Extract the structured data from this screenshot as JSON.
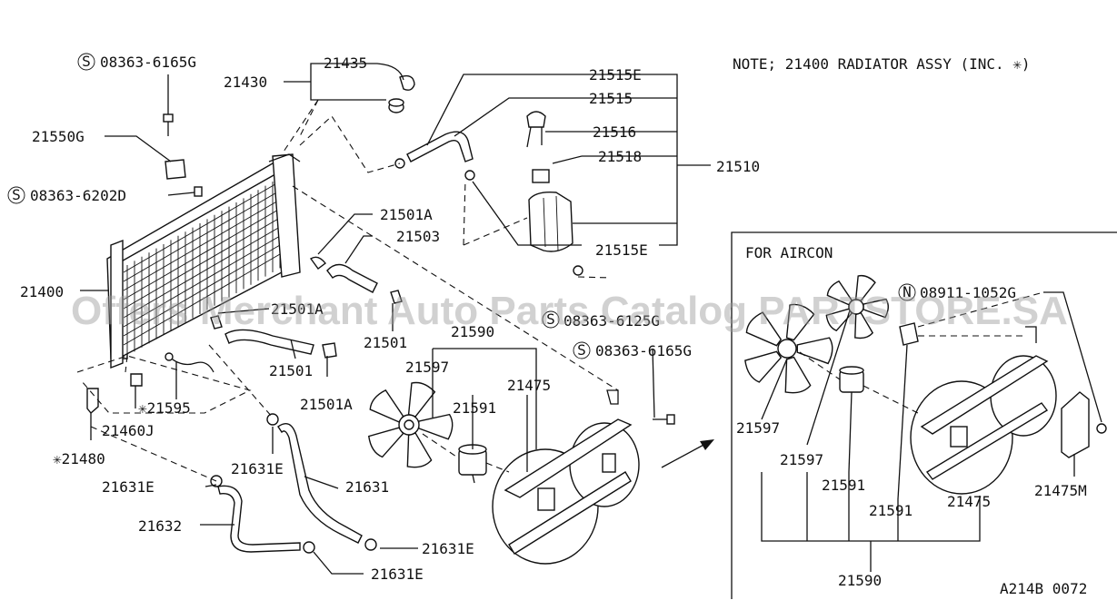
{
  "diagram": {
    "note": "NOTE; 21400 RADIATOR ASSY (INC. ✳)",
    "inset_title": "FOR AIRCON",
    "figure_code": "A214B 0072",
    "watermark": "Offers Merchant Auto Parts Catalog PARTSTORE.SA",
    "labels": {
      "bolt_top": "08363-6165G",
      "bolt_left": "08363-6202D",
      "bolt_mid": "08363-6125G",
      "bolt_right": "08363-6165G",
      "nut_inset": "08911-1052G",
      "p21435": "21435",
      "p21430": "21430",
      "p21550G": "21550G",
      "p21515E_top": "21515E",
      "p21515": "21515",
      "p21516": "21516",
      "p21518": "21518",
      "p21510": "21510",
      "p21515E_bottom": "21515E",
      "p21501A_top": "21501A",
      "p21503": "21503",
      "p21400": "21400",
      "p21501_left": "21501",
      "p21501A_mid": "21501A",
      "p21501": "21501",
      "p21501A_low": "21501A",
      "p21590": "21590",
      "p21597": "21597",
      "p21591": "21591",
      "p21475": "21475",
      "p21595": "✳21595",
      "p21460J": "21460J",
      "p21480": "✳21480",
      "p21631E_mid": "21631E",
      "p21631E_left": "21631E",
      "p21631": "21631",
      "p21632": "21632",
      "p21631E_bottom_right": "21631E",
      "p21631E_bottom": "21631E",
      "inset_21597_a": "21597",
      "inset_21597_b": "21597",
      "inset_21591_a": "21591",
      "inset_21591_b": "21591",
      "inset_21475": "21475",
      "inset_21475M": "21475M",
      "inset_21590": "21590"
    }
  }
}
